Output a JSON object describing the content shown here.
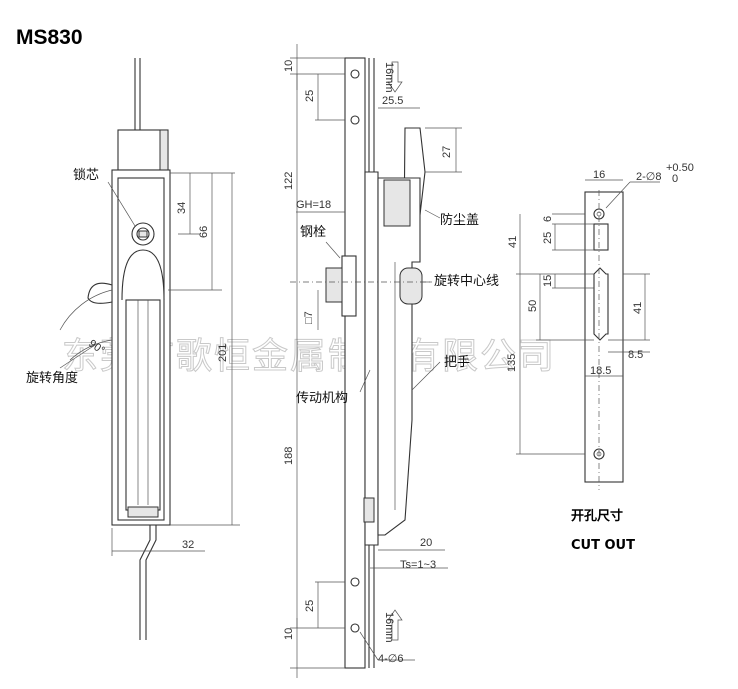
{
  "title": "MS830",
  "labels": {
    "lock_core": "锁芯",
    "rotation_angle": "旋转角度",
    "angle_value": "90°",
    "steel_bolt": "钢栓",
    "dust_cover": "防尘盖",
    "rotation_centerline": "旋转中心线",
    "handle": "把手",
    "transmission": "传动机构",
    "cutout_cn": "开孔尺寸",
    "cutout_en": "CUT OUT"
  },
  "watermark": "东莞市歌恒金属制品有限公司",
  "front_view": {
    "dims": {
      "d34": "34",
      "d66": "66",
      "d201": "201",
      "d32": "32"
    }
  },
  "side_view": {
    "dims": {
      "d10_top": "10",
      "d25_top": "25",
      "d122": "122",
      "d25_5": "25.5",
      "d27": "27",
      "gh": "GH=18",
      "d7": "□7",
      "d188": "188",
      "d20": "20",
      "ts": "Ts=1~3",
      "d25_bot": "25",
      "d10_bot": "10",
      "holes": "4-∅6",
      "d16_top": "16mm",
      "d16_bot": "16mm"
    }
  },
  "cutout_view": {
    "dims": {
      "d16": "16",
      "hole_spec": "2-∅8",
      "tol_plus": "+0.50",
      "tol_zero": "0",
      "d6": "6",
      "d25": "25",
      "d41_a": "41",
      "d15": "15",
      "d50": "50",
      "d41_b": "41",
      "d135": "135",
      "d8_5": "8.5",
      "d18_5": "18.5"
    }
  }
}
